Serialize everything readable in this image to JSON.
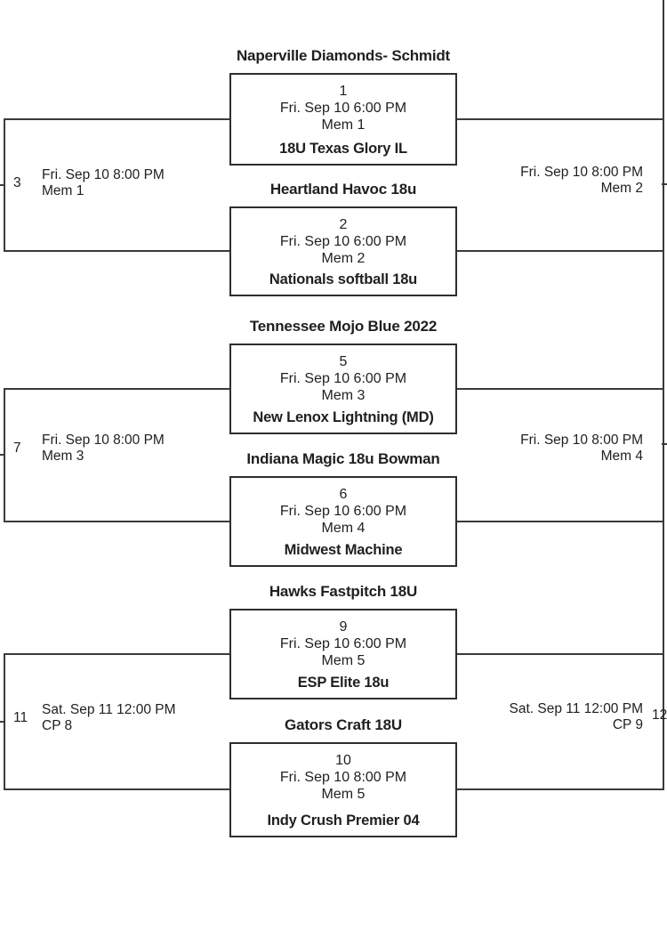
{
  "page": {
    "background_color": "#ffffff",
    "line_color": "#3a3a3a",
    "text_color": "#1f1f1f"
  },
  "matches": [
    {
      "top_team": "Naperville Diamonds- Schmidt",
      "game_number": "1",
      "datetime": "Fri. Sep 10 6:00 PM",
      "venue": "Mem 1",
      "bottom_team": "18U Texas Glory IL"
    },
    {
      "top_team": "Heartland Havoc 18u",
      "game_number": "2",
      "datetime": "Fri. Sep 10 6:00 PM",
      "venue": "Mem 2",
      "bottom_team": "Nationals softball 18u"
    },
    {
      "top_team": "Tennessee Mojo Blue 2022",
      "game_number": "5",
      "datetime": "Fri. Sep 10 6:00 PM",
      "venue": "Mem 3",
      "bottom_team": "New Lenox Lightning (MD)"
    },
    {
      "top_team": "Indiana Magic 18u Bowman",
      "game_number": "6",
      "datetime": "Fri. Sep 10 6:00 PM",
      "venue": "Mem 4",
      "bottom_team": "Midwest Machine"
    },
    {
      "top_team": "Hawks Fastpitch 18U",
      "game_number": "9",
      "datetime": "Fri. Sep 10 6:00 PM",
      "venue": "Mem 5",
      "bottom_team": "ESP Elite 18u"
    },
    {
      "top_team": "Gators Craft 18U",
      "game_number": "10",
      "datetime": "Fri. Sep 10 8:00 PM",
      "venue": "Mem 5",
      "bottom_team": "Indy Crush Premier 04"
    }
  ],
  "connectors": [
    {
      "side": "left",
      "game_number": "3",
      "datetime": "Fri. Sep 10 8:00 PM",
      "venue": "Mem 1"
    },
    {
      "side": "right",
      "game_number": "",
      "datetime": "Fri. Sep 10 8:00 PM",
      "venue": "Mem 2"
    },
    {
      "side": "left",
      "game_number": "7",
      "datetime": "Fri. Sep 10 8:00 PM",
      "venue": "Mem 3"
    },
    {
      "side": "right",
      "game_number": "",
      "datetime": "Fri. Sep 10 8:00 PM",
      "venue": "Mem 4"
    },
    {
      "side": "left",
      "game_number": "11",
      "datetime": "Sat. Sep 11 12:00 PM",
      "venue": "CP 8"
    },
    {
      "side": "right",
      "game_number": "12",
      "datetime": "Sat. Sep 11 12:00 PM",
      "venue": "CP 9"
    }
  ]
}
